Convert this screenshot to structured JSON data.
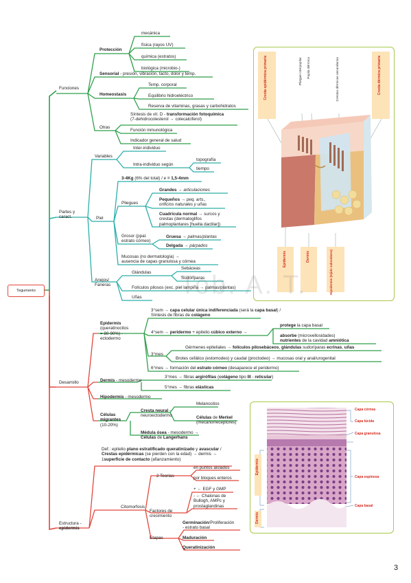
{
  "root": "Tegumento",
  "page_number": "3",
  "watermark": "Tob. A. T.",
  "funciones": {
    "label": "Funciones",
    "proteccion": {
      "label": "Protección",
      "items": [
        "mecánica",
        "física (rayos UV)",
        "química (estratos)",
        "biológica (microbio-)"
      ]
    },
    "sensorial": {
      "bold": "Sensorial",
      "rest": " - presión, vibración, tacto, dolor y temp."
    },
    "homeostasis": {
      "label": "Homeostasis",
      "items": [
        "Temp. corporal",
        "Equilibrio hidroeléctrico",
        "Reserva de vitaminas, grasas y carbohidratos"
      ]
    },
    "otras": {
      "label": "Otras",
      "sintesis_1a": "Síntesis de vit. D - ",
      "sintesis_1b": "transformación fotoquímica",
      "sintesis_2": "(7-dehidrocolesterol → colecalciferol)",
      "inmuno": "Función inmunológica",
      "salud": "Indicador general de salud"
    }
  },
  "partes": {
    "label": "Partes y caract.",
    "variables": {
      "label": "Variables",
      "inter": "Inter-individuo",
      "intra": "Intra-individuo según",
      "topografia": "topografía",
      "tiempo": "tiempo"
    },
    "piel": {
      "label": "Piel",
      "peso_a": "3-4Kg",
      "peso_b": " (6% del total) / ",
      "peso_c": "e",
      "peso_d": " = 1,5-4mm",
      "pliegues": "Pliegues",
      "grandes_a": "Grandes",
      "grandes_b": " → ",
      "grandes_c": "articulaciones",
      "pequenos_a": "Pequeños",
      "pequenos_b": " → ",
      "pequenos_c": "peq. arts.,",
      "pequenos_d": "orificios naturales y uñas",
      "cuad_a": "Cuadrícula normal",
      "cuad_b": " → surcos y",
      "cuad_c": "crestas (dermatoglifos",
      "cuad_d": "palmoplantares [huella dactilar])",
      "grosor_1": "Grosor (ppal.",
      "grosor_2": "estrato córneo)",
      "gruesa_a": "Gruesa",
      "gruesa_b": " → ",
      "gruesa_c": "palmas/plantas",
      "delgada_a": "Delgada",
      "delgada_b": " → ",
      "delgada_c": "párpados",
      "mucosas_1": "Mucosas (no dermatología) →",
      "mucosas_2": "ausencia de capas granulosa y córnea"
    },
    "anejos": {
      "label_1": "Anejos/",
      "label_2": "Faneras",
      "glandulas": "Glándulas",
      "sebaceas": "Sebáceas",
      "sudoriparas": "Sudoríparas",
      "foliculos": "Folículos pilosos (exc. piel lampiña → palmas/plantas)",
      "unas": "Uñas"
    }
  },
  "desarrollo": {
    "label": "Desarrollo",
    "epidermis_label": "Epidermis",
    "epidermis_sub_1": "(queratinocitos",
    "epidermis_sub_2": "= 80-90%) -",
    "epidermis_sub_3": "ectodermo",
    "e1_a": "3°sem → ",
    "e1_b": "capa celular única indiferenciada",
    "e1_c": " (será la ",
    "e1_d": "capa basal",
    "e1_e": ") /",
    "e1_f": "Síntesis de fibras de ",
    "e1_g": "colágeno",
    "e2_a": "4°sem → ",
    "e2_b": "peridermo",
    "e2_c": " + epitelio ",
    "e2_d": "cúbico externo",
    "e2_e": " →",
    "protege_a": "protege",
    "protege_b": " la capa basal",
    "absorbe_a": "absorbe",
    "absorbe_b": " (microvellosidades)",
    "nutrientes_a": "nutrientes",
    "nutrientes_b": " de la cavidad ",
    "nutrientes_c": "amniótica",
    "mes3": "3°mes",
    "germ_a": "Gérmenes epiteliales → ",
    "germ_b": "folículos pilosebáceos",
    "germ_c": ", ",
    "germ_d": "glándulas",
    "germ_e": " sudoríparas ",
    "germ_f": "ecrinas",
    "germ_g": ", ",
    "germ_h": "uñas",
    "brotes": "Brotes cefálico (estomodeo) y caudal (proctodeo) → mucosas oral y anal/urogenital",
    "e6_a": "6°mes → formación del ",
    "e6_b": "estrato córneo",
    "e6_c": " (desaparece el peridermo)",
    "dermis_a": "Dermis",
    "dermis_b": " - mesodermo",
    "d1_a": "3°mes → fibras ",
    "d1_b": "argirófilas",
    "d1_c": " (",
    "d1_d": "colágeno",
    "d1_e": " tipo ",
    "d1_f": "III",
    "d1_g": " - ",
    "d1_h": "reticular",
    "d1_i": ")",
    "d2_a": "5°mes → fibras ",
    "d2_b": "elásticas",
    "hipo_a": "Hipodermis",
    "hipo_b": " - mesodermo",
    "cel_1": "Células",
    "cel_2": "migrantes",
    "cel_3": "(10-20%)",
    "cresta_a": "Cresta neural",
    "cresta_b": " -",
    "cresta_c": "neuroectodermo",
    "melano": "Melanocitos",
    "merkel_a": "Células",
    "merkel_b": " de ",
    "merkel_c": "Merkel",
    "merkel_d": "(mecanorreceptores)",
    "medula_a": "Médula ósea",
    "medula_b": " - mesodermo →",
    "medula_c": "Células",
    "medula_d": " de ",
    "medula_e": "Langerhans"
  },
  "estructura": {
    "label_1": "Estructura -",
    "label_2": "epidermis",
    "def_a": "Def.: epitelio ",
    "def_b": "plano estratificado queratinizado",
    "def_c": " y ",
    "def_d": "avascular",
    "def_e": " /",
    "cre_a": "Crestas epidérmicas",
    "cre_b": " (se pierden con la edad) → dermis →",
    "sup_a": "1",
    "sup_b": "superficie de contacto",
    "sup_c": " (afianzamiento)",
    "citomorfosis": "Citomorfosis",
    "teorias": "2 Teorías",
    "puntos": "en puntos aislados",
    "bloques": "por bloques enteros",
    "factores_1": "Factores de",
    "factores_2": "crecimiento",
    "egf_1": "+ ← EGF y GMP",
    "egf_2": "- ← Chalonas de",
    "egf_3": "Bullogh, AMPc y",
    "egf_4": "prostaglandinas",
    "etapas": "Etapas",
    "germ_a": "Germinación",
    "germ_b": "/Proliferación",
    "germ_c": "- estrato basal",
    "madur": "Maduración",
    "quera": "Queratinización"
  },
  "figura1": {
    "cresta_epi_1": "Cresta",
    "cresta_epi_2": "epidérmica primaria",
    "cresta_der_1": "Cresta",
    "cresta_der_2": "dérmica primaria",
    "pliegue": "Pliegue interpapilar",
    "papila": "Papila dérmica",
    "crestas_sec": "Crestas dérmicas secundarias",
    "epidermis": "Epidermis",
    "dermis": "Dermis",
    "hipodermis_1": "Hipodermis",
    "hipodermis_2": "(tejido",
    "hipodermis_3": "subcutáneo)"
  },
  "figura2": {
    "cornea": "Capa córnea",
    "lucida": "Capa lúcida",
    "granulosa": "Capa granulosa",
    "espinosa": "Capa espinosa",
    "basal": "Capa basal",
    "epidermis": "Epidermis",
    "dermis": "Dermis"
  },
  "colors": {
    "green": "#2e9e4a",
    "teal": "#2aaea8",
    "red": "#e0463a",
    "panel_border": "#a8c84a",
    "label_red": "#d42a1e"
  }
}
